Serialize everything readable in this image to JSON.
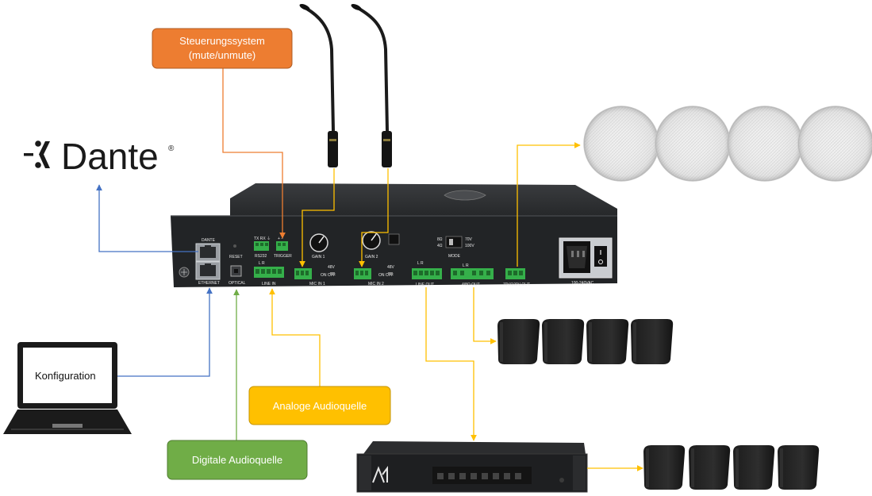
{
  "colors": {
    "orange": "#ed7d31",
    "yellow": "#ffc000",
    "green": "#70ad47",
    "blue": "#4472c4",
    "device": "#222426"
  },
  "labels": {
    "control": [
      "Steuerungssystem",
      "(mute/unmute)"
    ],
    "analog": "Analoge Audioquelle",
    "digital": "Digitale Audioquelle",
    "laptop": "Konfiguration",
    "dante": "Dante",
    "registered": "®"
  },
  "device_labels": {
    "dante_port": "DANTE",
    "ethernet": "ETHERNET",
    "reset": "RESET",
    "optical": "OPTICAL",
    "txrx": "TX RX ⏚",
    "rs232": "RS232",
    "trigger_pins": "+ −",
    "trigger": "TRIGGER",
    "line_in_lr": "L   R",
    "line_in": "LINE IN",
    "gain1": "GAIN 1",
    "v48_1": "48V",
    "on_off_1": "ON    OFF",
    "mic1": "MIC IN 1",
    "gain2": "GAIN 2",
    "v48_2": "48V",
    "on_off_2": "ON    OFF",
    "mic2": "MIC IN 2",
    "line_out_lr": "L   R",
    "line_out": "LINE OUT",
    "ohm8": "8Ω",
    "ohm4": "4Ω",
    "v70": "70V",
    "v100": "100V",
    "mode": "MODE",
    "out_lr": "L   R",
    "out_4_8": "4/8Ω OUT",
    "out_70_100": "70V/100V OUT",
    "ac": "100-240VAC"
  }
}
